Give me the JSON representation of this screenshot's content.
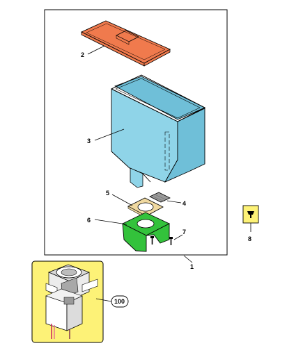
{
  "diagram": {
    "colors": {
      "lid": "#f07a4d",
      "hopper": "#8fd4e8",
      "hopper_dark": "#6fbfd8",
      "gasket": "#f0d9a0",
      "bracket": "#33c23b",
      "screw": "#000000",
      "assembly_bg": "#fdf277",
      "part8_bg": "#fdf277"
    },
    "labels": {
      "p1": "1",
      "p2": "2",
      "p3": "3",
      "p4": "4",
      "p5": "5",
      "p6": "6",
      "p7": "7",
      "p8": "8",
      "p100": "100"
    }
  }
}
